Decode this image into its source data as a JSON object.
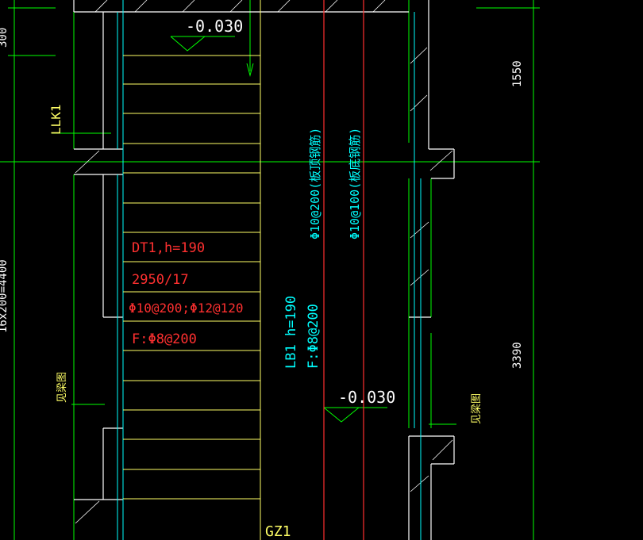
{
  "colors": {
    "background": "#000000",
    "dimension_green": "#00ff00",
    "wall_white": "#ffffff",
    "stair_yellow": "#ffff66",
    "beam_red": "#ff3030",
    "rebar_cyan": "#00ffff",
    "label_yellow": "#ffff66"
  },
  "labels": {
    "elevation_top": "-0.030",
    "elevation_mid": "-0.030",
    "dim_top_left": "300",
    "dim_left_long": "16x200=4400",
    "dim_right_upper": "1550",
    "dim_right_lower": "3390",
    "beam_llk1": "LLK1",
    "stair_name": "DT1,h=190",
    "stair_steps": "2950/17",
    "stair_rebar": "Φ10@200;Φ12@120",
    "stair_dist": "F:Φ8@200",
    "slab_name": "LB1 h=190",
    "slab_dist": "F:Φ8@200",
    "rebar_top": "Φ10@200(板顶钢筋)",
    "rebar_bottom": "Φ10@100(板底钢筋)",
    "see_beam_left": "见梁图",
    "see_beam_right": "见梁图",
    "column_gz1": "GZ1"
  }
}
